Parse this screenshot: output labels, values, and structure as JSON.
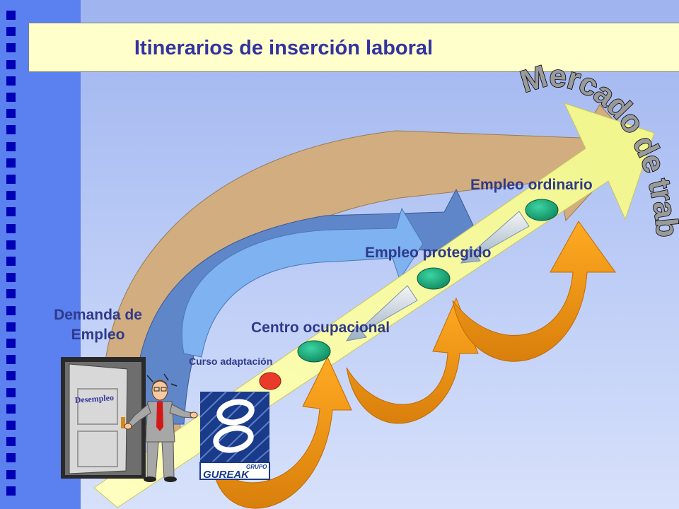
{
  "title": "Itinerarios de inserción laboral",
  "labels": {
    "market": "Mercado de trabajo",
    "ordinary": "Empleo ordinario",
    "protected": "Empleo protegido",
    "occupational": "Centro ocupacional",
    "course": "Curso adaptación",
    "demand": "Demanda de Empleo"
  },
  "door_sign": "Desempleo",
  "logo": {
    "text_small": "GRUPO",
    "text_large": "GUREAK"
  },
  "colors": {
    "background_strip": "#5b80f0",
    "bullets": "#0000b4",
    "title_box": "#ffffcc",
    "title_text": "#3333a0",
    "main_arrow": "#f5f79a",
    "big_arc": "#d2ad80",
    "mid_arc": "#5f86c8",
    "small_arc": "#7fb2f0",
    "loop_arrows": "#ffa41a",
    "stage_nodes": "#1aa57a",
    "course_node": "#ea3b2a"
  }
}
